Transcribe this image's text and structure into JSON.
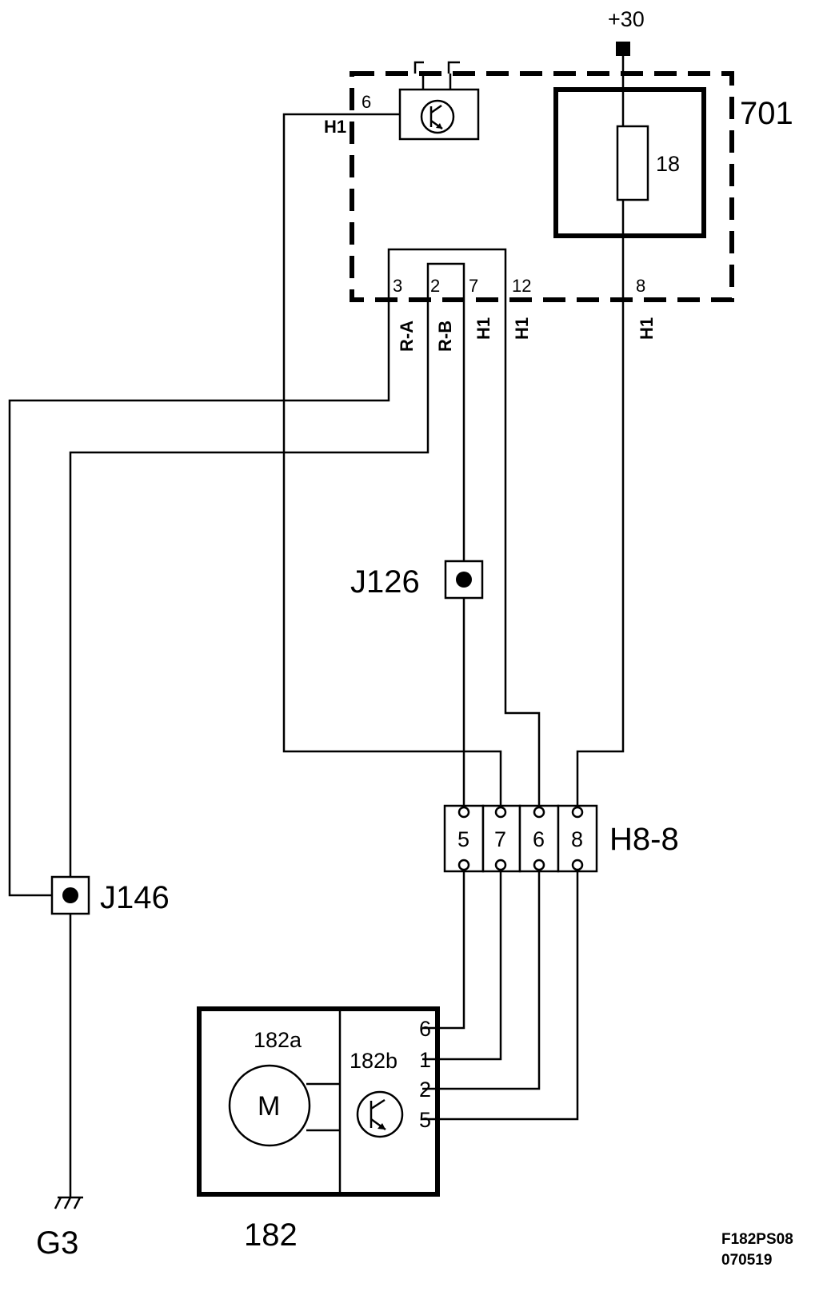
{
  "supply": {
    "label": "+30"
  },
  "module_701": {
    "label": "701",
    "fuse_label": "18",
    "pins": {
      "p6": "6",
      "p3": "3",
      "p2": "2",
      "p7": "7",
      "p12": "12",
      "p8": "8"
    }
  },
  "wire_colors": {
    "h1_left": "H1",
    "ra": "R-A",
    "rb": "R-B",
    "h1_7": "H1",
    "h1_12": "H1",
    "h1_8": "H1"
  },
  "junctions": {
    "j126": "J126",
    "j146": "J146"
  },
  "connector_h8": {
    "label": "H8-8",
    "pins": [
      "5",
      "7",
      "6",
      "8"
    ]
  },
  "component_182": {
    "label": "182",
    "motor_label": "182a",
    "motor_symbol": "M",
    "sensor_label": "182b",
    "pins": [
      "6",
      "1",
      "2",
      "5"
    ]
  },
  "ground": {
    "label": "G3"
  },
  "drawing_code": {
    "line1": "F182PS08",
    "line2": "070519"
  }
}
